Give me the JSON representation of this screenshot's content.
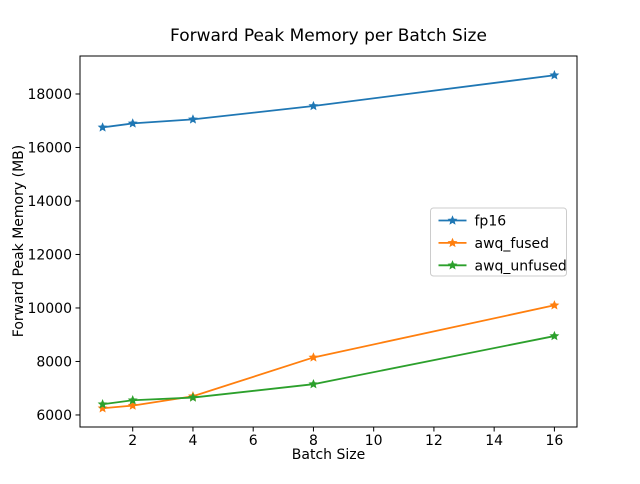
{
  "chart_data": {
    "type": "line",
    "title": "Forward Peak Memory per Batch Size",
    "xlabel": "Batch Size",
    "ylabel": "Forward Peak Memory (MB)",
    "x": [
      1,
      2,
      4,
      8,
      16
    ],
    "series": [
      {
        "name": "fp16",
        "color": "#1f77b4",
        "marker": "star",
        "values": [
          16750,
          16900,
          17050,
          17550,
          18700
        ]
      },
      {
        "name": "awq_fused",
        "color": "#ff7f0e",
        "marker": "star",
        "values": [
          6250,
          6350,
          6700,
          8150,
          10100
        ]
      },
      {
        "name": "awq_unfused",
        "color": "#2ca02c",
        "marker": "star",
        "values": [
          6400,
          6550,
          6650,
          7150,
          8950
        ]
      }
    ],
    "xticks": [
      2,
      4,
      6,
      8,
      10,
      12,
      14,
      16
    ],
    "yticks": [
      6000,
      8000,
      10000,
      12000,
      14000,
      16000,
      18000
    ],
    "xlim": [
      0.25,
      16.75
    ],
    "ylim": [
      5550,
      19420
    ],
    "grid": false,
    "legend_position": "center-right",
    "frame_color": "#000000",
    "legend_border_color": "#cccccc"
  }
}
